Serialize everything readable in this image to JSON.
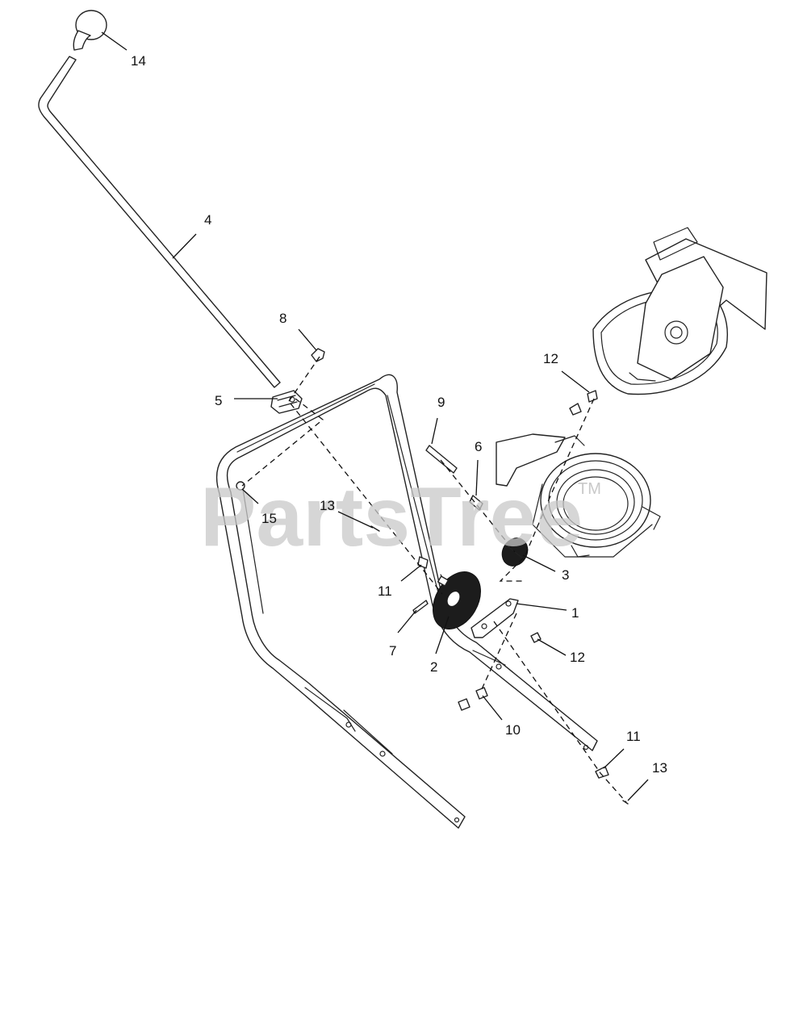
{
  "watermark": {
    "text": "PartsTree",
    "trademark": "TM"
  },
  "callouts": [
    "14",
    "4",
    "8",
    "5",
    "15",
    "13",
    "11",
    "7",
    "2",
    "9",
    "6",
    "3",
    "1",
    "12",
    "12",
    "10",
    "11",
    "13"
  ]
}
